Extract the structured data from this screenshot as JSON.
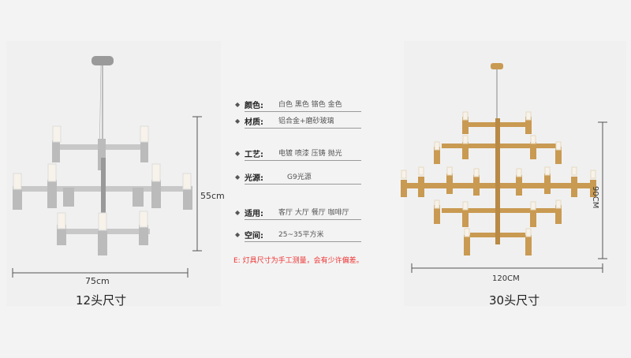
{
  "left": {
    "width_label": "75cm",
    "height_label": "55cm",
    "caption": "12头尺寸"
  },
  "right": {
    "width_label": "120CM",
    "height_label": "90CM",
    "caption": "30头尺寸"
  },
  "specs": [
    {
      "label": "颜色:",
      "value": "白色  黑色  铬色  金色"
    },
    {
      "label": "材质:",
      "value": "铝合金+磨砂玻璃"
    },
    {
      "label": "工艺:",
      "value": "电镀  喷漆  压铸  抛光"
    },
    {
      "label": "光源:",
      "value": "G9光源"
    },
    {
      "label": "适用:",
      "value": "客厅  大厅  餐厅  咖啡厅"
    },
    {
      "label": "空间:",
      "value": "25~35平方米"
    }
  ],
  "note": "E: 灯具尺寸为手工测量，会有少许偏差。",
  "colors": {
    "chrome": "#b9b9b9",
    "gold": "#c99a52",
    "glass": "#f7f2ea",
    "note": "#e33333"
  }
}
